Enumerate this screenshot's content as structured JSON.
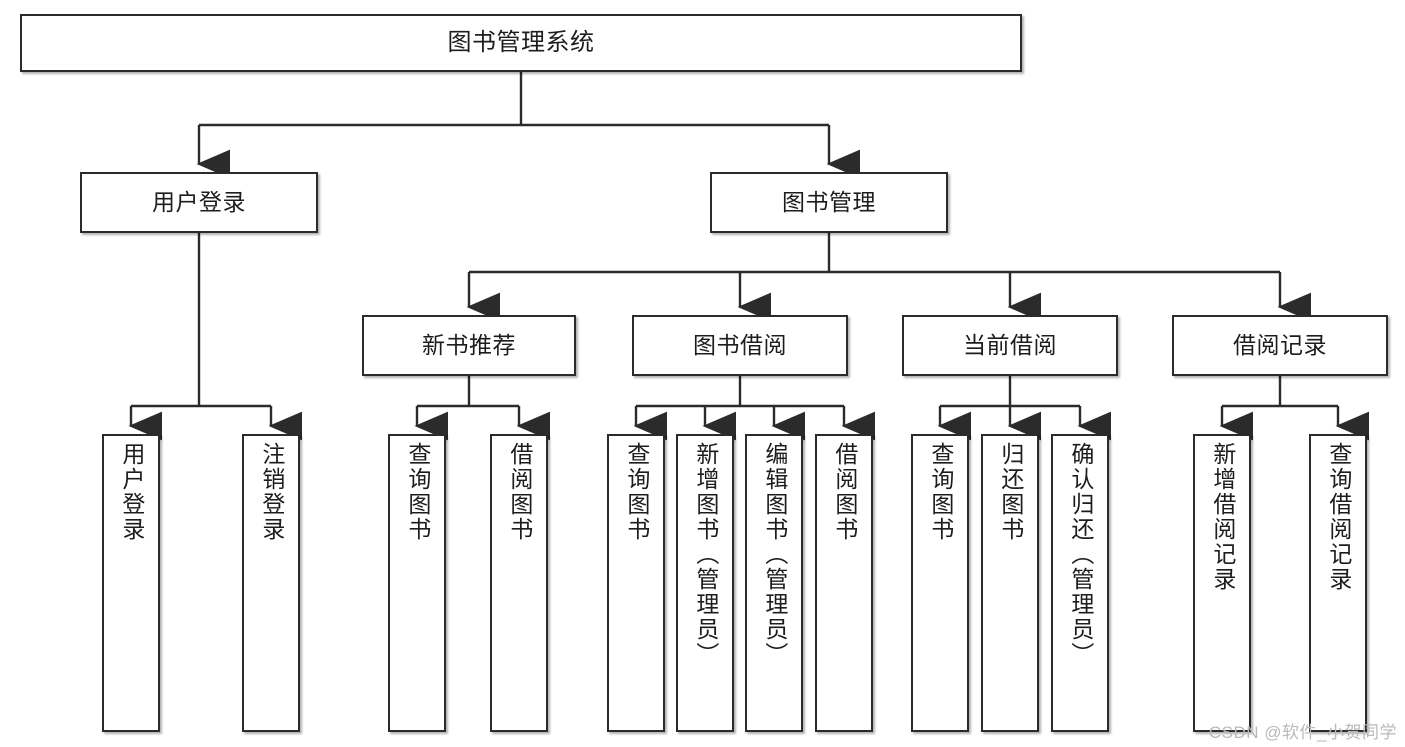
{
  "diagram": {
    "title": "图书管理系统",
    "type": "tree",
    "watermark": "CSDN @软件_小贺同学",
    "colors": {
      "box_border": "#2b2b2b",
      "box_fill": "#ffffff",
      "line": "#2b2b2b",
      "text": "#1d1d1d",
      "watermark": "#b9b9b9"
    },
    "nodes": {
      "root": {
        "label": "图书管理系统"
      },
      "level2": [
        {
          "label": "用户登录"
        },
        {
          "label": "图书管理"
        }
      ],
      "level3": [
        {
          "label": "新书推荐"
        },
        {
          "label": "图书借阅"
        },
        {
          "label": "当前借阅"
        },
        {
          "label": "借阅记录"
        }
      ],
      "leaves": [
        {
          "label": "用户登录"
        },
        {
          "label": "注销登录"
        },
        {
          "label": "查询图书"
        },
        {
          "label": "借阅图书"
        },
        {
          "label": "查询图书"
        },
        {
          "label": "新增图书（管理员）"
        },
        {
          "label": "编辑图书（管理员）"
        },
        {
          "label": "借阅图书"
        },
        {
          "label": "查询图书"
        },
        {
          "label": "归还图书"
        },
        {
          "label": "确认归还（管理员）"
        },
        {
          "label": "新增借阅记录"
        },
        {
          "label": "查询借阅记录"
        }
      ]
    }
  }
}
